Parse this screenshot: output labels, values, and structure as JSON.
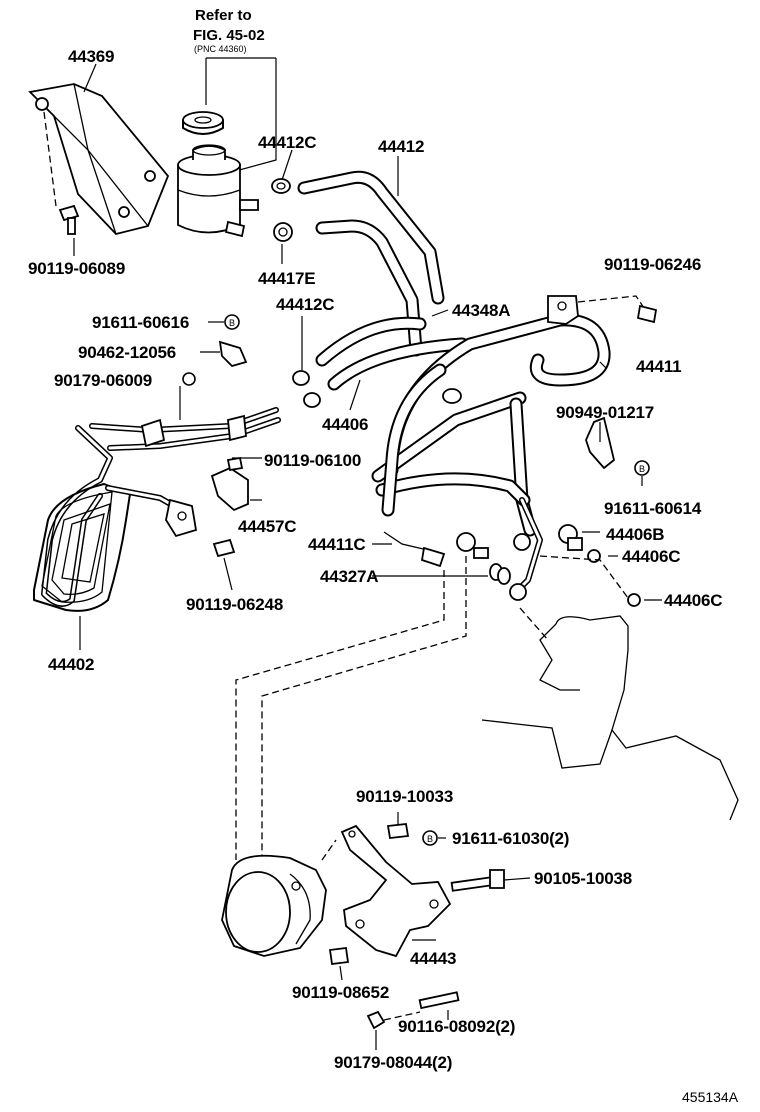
{
  "reference": {
    "line1": "Refer to",
    "line2": "FIG. 45-02",
    "line3": "(PNC 44360)"
  },
  "labels": {
    "p44369": "44369",
    "p90119_06089": "90119-06089",
    "p44412C_top": "44412C",
    "p44412": "44412",
    "p44417E": "44417E",
    "p44412C_mid": "44412C",
    "p44348A": "44348A",
    "p90119_06246": "90119-06246",
    "p91611_60616": "91611-60616",
    "p90462_12056": "90462-12056",
    "p90179_06009": "90179-06009",
    "p44411": "44411",
    "p44406": "44406",
    "p90949_01217": "90949-01217",
    "p90119_06100": "90119-06100",
    "p91611_60614": "91611-60614",
    "p44457C": "44457C",
    "p44406B": "44406B",
    "p44411C": "44411C",
    "p44406C_a": "44406C",
    "p44327A": "44327A",
    "p44406C_b": "44406C",
    "p90119_06248": "90119-06248",
    "p44402": "44402",
    "p90119_10033": "90119-10033",
    "p91611_61030": "91611-61030(2)",
    "p90105_10038": "90105-10038",
    "p44443": "44443",
    "p90119_08652": "90119-08652",
    "p90116_08092": "90116-08092(2)",
    "p90179_08044": "90179-08044(2)"
  },
  "marker_letter": "B",
  "figure_id": "455134A"
}
